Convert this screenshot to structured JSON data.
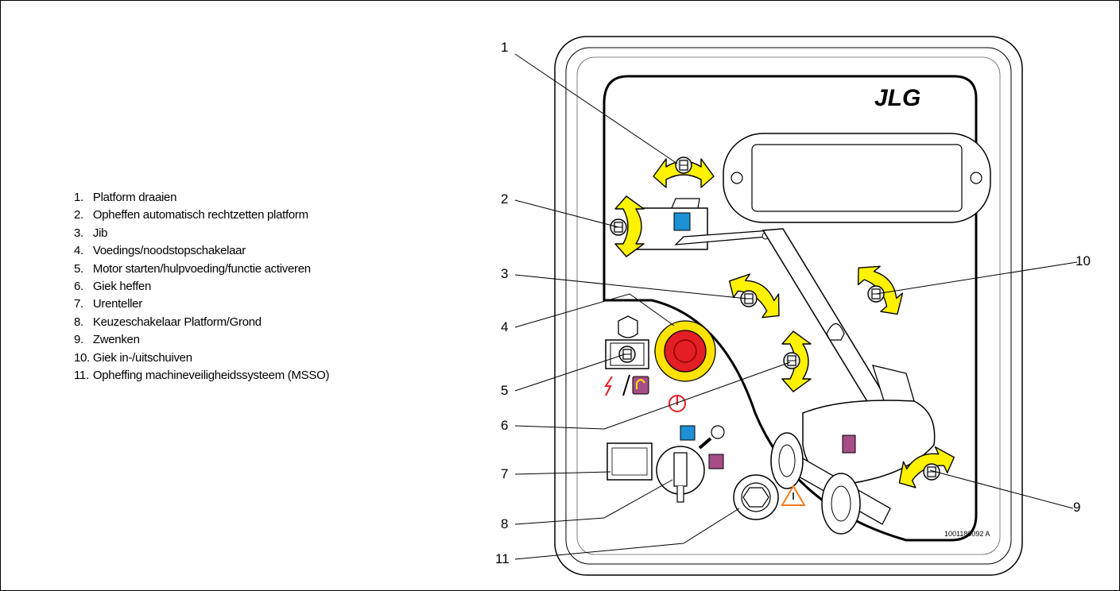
{
  "legend": [
    {
      "num": "1.",
      "label": "Platform draaien"
    },
    {
      "num": "2.",
      "label": "Opheffen automatisch rechtzetten platform"
    },
    {
      "num": "3.",
      "label": "Jib"
    },
    {
      "num": "4.",
      "label": "Voedings/noodstopschakelaar"
    },
    {
      "num": "5.",
      "label": "Motor starten/hulpvoeding/functie activeren"
    },
    {
      "num": "6.",
      "label": "Giek heffen"
    },
    {
      "num": "7.",
      "label": "Urenteller"
    },
    {
      "num": "8.",
      "label": "Keuzeschakelaar Platform/Grond"
    },
    {
      "num": "9.",
      "label": "Zwenken"
    },
    {
      "num": "10.",
      "label": "Giek in-/uitschuiven"
    },
    {
      "num": "11.",
      "label": "Opheffing machineveiligheidssysteem (MSSO)"
    }
  ],
  "callouts": [
    "1",
    "2",
    "3",
    "4",
    "5",
    "6",
    "7",
    "8",
    "9",
    "10",
    "11"
  ],
  "panel": {
    "logo": "JLG",
    "part_number": "1001180092 A"
  },
  "icons": {
    "arrow": "double-headed-arrow-icon",
    "switch": "toggle-switch-icon",
    "estop": "emergency-stop-icon",
    "engine": "engine-start-icon",
    "power": "power-symbol-icon",
    "key": "key-switch-icon",
    "warning": "warning-triangle-icon"
  },
  "colors": {
    "arrow_fill": "#fff200",
    "estop_red": "#e31e24",
    "estop_yellow": "#ffe200",
    "platform_blue": "#1e90d6",
    "ground_purple": "#a64d87",
    "warning_orange": "#f07d1e"
  }
}
